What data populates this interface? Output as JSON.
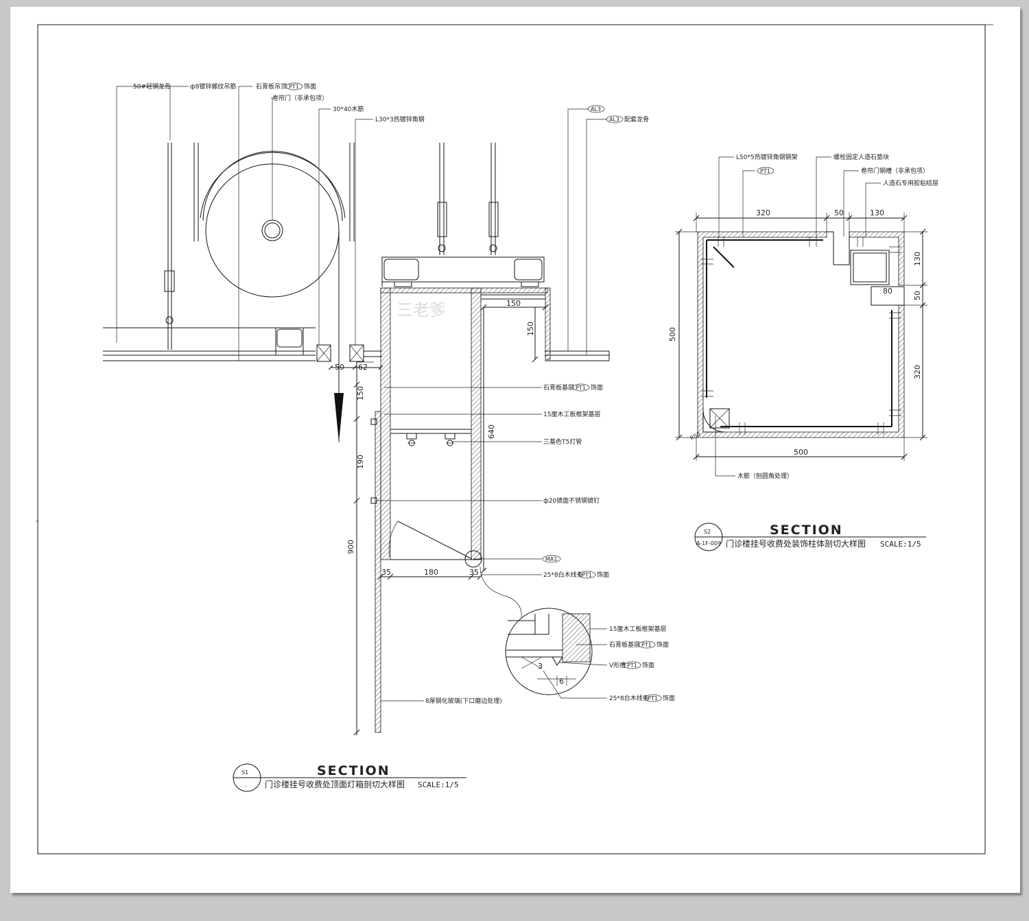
{
  "section_s1": {
    "tag_top": "S1",
    "tag_bottom": "-",
    "heading": "SECTION",
    "subtitle": "门诊楼挂号收费处顶面灯箱剖切大样图",
    "scale": "SCALE:1/5",
    "watermark": "三老爹",
    "labels": {
      "steel_keel": "50#轻钢龙骨",
      "hanger_rod": "ф8镀锌螺纹吊筋",
      "gypsum_ceiling": "石膏板吊顶",
      "gypsum_ceiling_finish": "饰面",
      "rolling_door": "卷帘门（非承包项）",
      "wood_strip": "30*40木筋",
      "angle_steel": "L30*3热镀锌角钢",
      "al3_top": "AL3",
      "al3_keel_tag": "AL3",
      "al3_keel": "配套龙骨",
      "gypsum_base": "石膏板基层",
      "gypsum_base_finish": "饰面",
      "plywood_15": "15厘木工板框架基层",
      "t5_tube": "三基色T5灯管",
      "mirror_nail": "ф20镜面不锈钢镜钉",
      "ma1": "MA1",
      "white_wood_line": "25*8白木线条",
      "white_wood_line_finish": "饰面",
      "tempered_glass": "8厚钢化玻璃(下口磨边处理)",
      "detail_plywood": "15厘木工板框架基层",
      "detail_gypsum": "石膏板基层",
      "detail_gypsum_finish": "饰面",
      "v_groove": "V形槽",
      "v_groove_finish": "饰面",
      "detail_wood_line": "25*8白木线条",
      "detail_wood_line_finish": "饰面",
      "pt1": "PT1"
    },
    "dimensions": {
      "d50": "50",
      "d62": "62",
      "d150_v": "150",
      "d190": "190",
      "d900": "900",
      "d640": "640",
      "d150_top": "150",
      "d150_side": "150",
      "d35_left": "35",
      "d180": "180",
      "d35_right": "35",
      "detail_3": "3",
      "detail_6": "6"
    }
  },
  "section_s2": {
    "tag_top": "S2",
    "tag_bottom": "A-1F-009",
    "heading": "SECTION",
    "subtitle": "门诊楼挂号收费处装饰柱体剖切大样图",
    "scale": "SCALE:1/5",
    "labels": {
      "l50_frame": "L50*5热镀锌角钢钢架",
      "bolt_stone": "螺栓固定人造石垫块",
      "pt1": "PT1",
      "door_channel": "卷帘门钢槽（非承包项）",
      "stone_glue": "人造石专用胶粘结层",
      "wood_strip_round": "木筋（刨圆角处理）",
      "radius": "R50"
    },
    "dimensions": {
      "top_320": "320",
      "top_50": "50",
      "top_130": "130",
      "right_130": "130",
      "right_50": "50",
      "right_320": "320",
      "inner_80": "80",
      "left_500": "500",
      "bottom_500": "500"
    }
  }
}
